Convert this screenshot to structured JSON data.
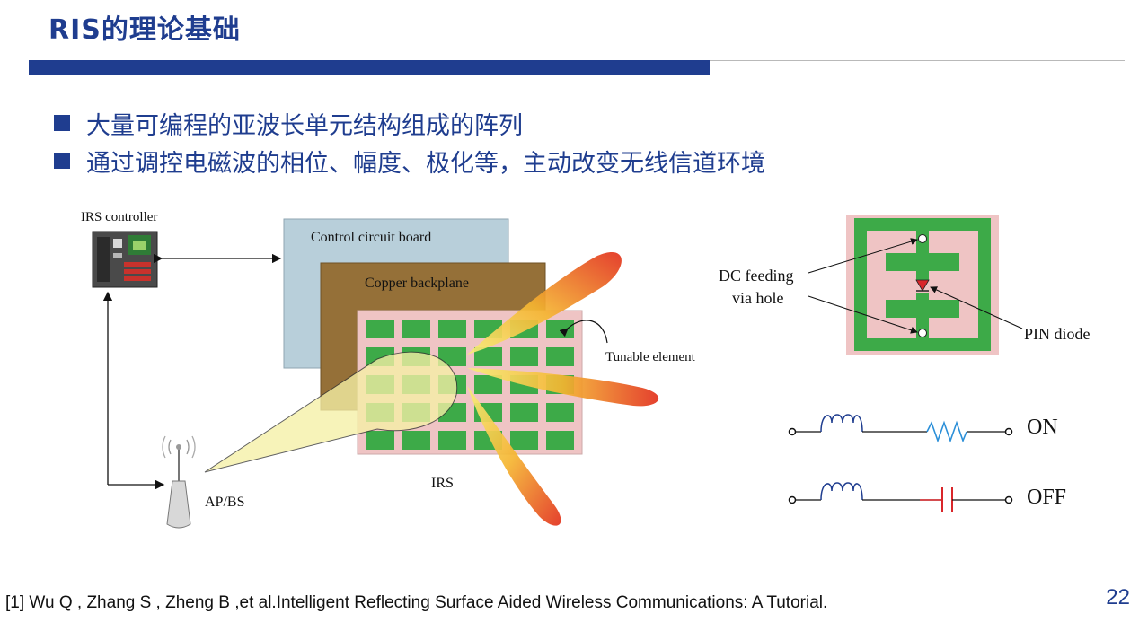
{
  "slide": {
    "title": "RIS的理论基础",
    "bullets": [
      "大量可编程的亚波长单元结构组成的阵列",
      "通过调控电磁波的相位、幅度、极化等，主动改变无线信道环境"
    ],
    "footnote": "[1] Wu Q , Zhang S , Zheng B ,et al.Intelligent Reflecting Surface Aided Wireless Communications: A Tutorial.",
    "page_number": "22"
  },
  "diagram": {
    "labels": {
      "irs_controller": "IRS controller",
      "control_board": "Control circuit board",
      "copper_backplane": "Copper backplane",
      "tunable_element": "Tunable element",
      "irs": "IRS",
      "ap_bs": "AP/BS",
      "dc_feeding_line1": "DC feeding",
      "dc_feeding_line2": "via hole",
      "pin_diode": "PIN diode",
      "state_on": "ON",
      "state_off": "OFF"
    },
    "colors": {
      "title_blue": "#1f3d8f",
      "control_board": "#b8cfda",
      "copper_backplane": "#957038",
      "irs_substrate": "#efc4c4",
      "element_green": "#3daa48",
      "beam_red": "#e2301c",
      "beam_yellow": "#f5e83a",
      "resistor_blue": "#2b8fd8",
      "capacitor_red": "#d9262a"
    }
  }
}
